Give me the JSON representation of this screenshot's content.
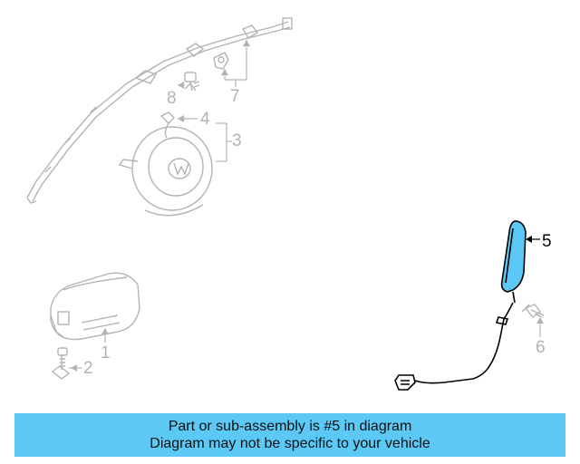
{
  "callouts": {
    "c1": "1",
    "c2": "2",
    "c3": "3",
    "c4": "4",
    "c5": "5",
    "c6": "6",
    "c7": "7",
    "c8": "8"
  },
  "banner": {
    "line1": "Part or sub-assembly is #5 in diagram",
    "line2": "Diagram may not be specific to your vehicle"
  },
  "colors": {
    "banner_bg": "#5bc8f5",
    "highlight_part": "#5bc8f5",
    "ghost_line": "#b3b3b3",
    "active_line": "#000000"
  },
  "highlighted_part": "5"
}
